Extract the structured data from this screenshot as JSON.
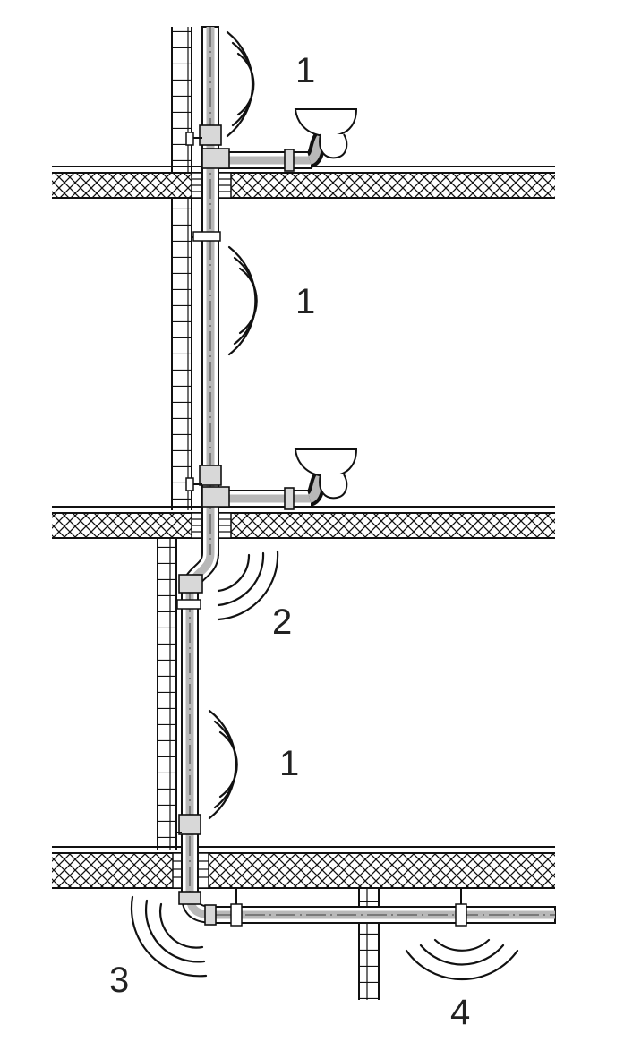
{
  "labels": [
    {
      "id": "noise-label-upper",
      "text": "1"
    },
    {
      "id": "noise-label-middle",
      "text": "1"
    },
    {
      "id": "noise-label-offset",
      "text": "2"
    },
    {
      "id": "noise-label-lower",
      "text": "1"
    },
    {
      "id": "noise-label-bend",
      "text": "3"
    },
    {
      "id": "noise-label-horizontal",
      "text": "4"
    }
  ],
  "colors": {
    "line": "#111111",
    "pipe_fill": "#b8b8b8",
    "slab_hatch": "#111111",
    "background": "#ffffff"
  }
}
